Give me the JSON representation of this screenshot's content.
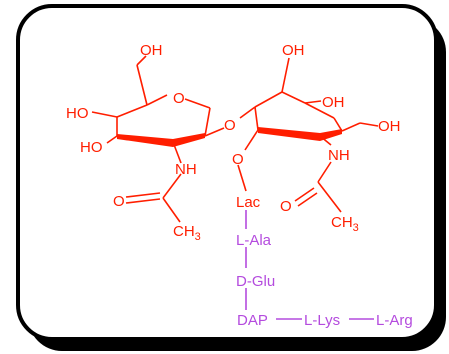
{
  "colors": {
    "frame": "#000000",
    "shadow": "#000000",
    "sugar": "#ff1e00",
    "peptide": "#b44bde"
  },
  "left_ring": {
    "oh_top": "OH",
    "ho_left_top": "HO",
    "ho_left_bottom": "HO",
    "nh": "NH",
    "carbonyl_o": "O",
    "ch3_main": "CH",
    "ch3_sub": "3"
  },
  "glycosidic_o": "O",
  "right_ring": {
    "oh_top": "OH",
    "oh_mid": "OH",
    "oh_right": "OH",
    "nh": "NH",
    "o_link": "O",
    "carbonyl_o": "O",
    "ch3_main": "CH",
    "ch3_sub": "3"
  },
  "peptide": {
    "lac": "Lac",
    "l_ala": "L-Ala",
    "d_glu": "D-Glu",
    "dap": "DAP",
    "l_lys": "L-Lys",
    "l_arg": "L-Arg"
  }
}
